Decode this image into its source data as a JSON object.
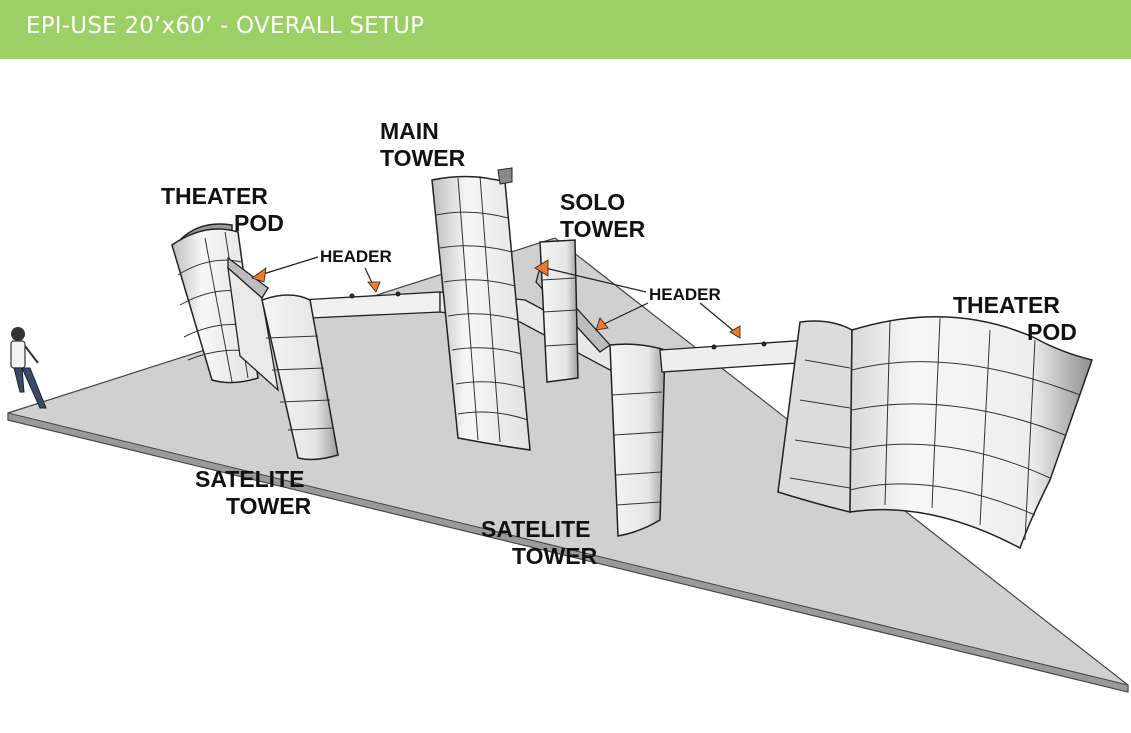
{
  "title": "EPI-USE 20’x60’ - OVERALL SETUP",
  "colors": {
    "title_bar": "#9ccf66",
    "title_text": "#ffffff",
    "floor": "#d0d0d0",
    "panel": "#f4f4f4",
    "panel_shade": "#9a9a9a",
    "outline": "#222222",
    "arrow": "#f07a2a"
  },
  "labels": {
    "theater_pod_left_1": "THEATER",
    "theater_pod_left_2": "POD",
    "main_tower_1": "MAIN",
    "main_tower_2": "TOWER",
    "solo_tower_1": "SOLO",
    "solo_tower_2": "TOWER",
    "header_left": "HEADER",
    "header_right": "HEADER",
    "theater_pod_right_1": "THEATER",
    "theater_pod_right_2": "POD",
    "satelite_tower_left_1": "SATELITE",
    "satelite_tower_left_2": "TOWER",
    "satelite_tower_center_1": "SATELITE",
    "satelite_tower_center_2": "TOWER"
  }
}
